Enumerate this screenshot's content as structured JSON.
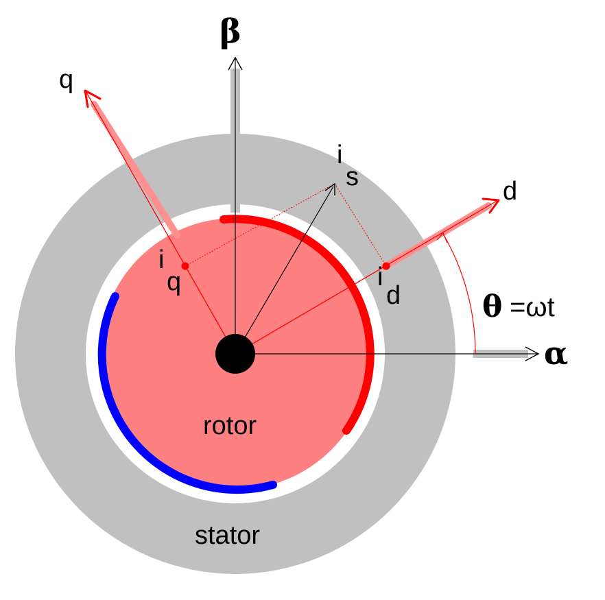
{
  "labels": {
    "beta": "β",
    "alpha": "α",
    "q_axis": "q",
    "d_axis": "d",
    "i_main": "i",
    "s_sub": "s",
    "q_sub": "q",
    "d_sub": "d",
    "theta": "θ",
    "omega_t": "=ωt",
    "rotor": "rotor",
    "stator": "stator"
  },
  "colors": {
    "stator": "#c0c0c0",
    "gap": "#ffffff",
    "rotor": "#ff8080",
    "d_q_axes": "#ff0000",
    "d_q_axis_glow": "#ff9090",
    "north_pole_arc": "#ff0000",
    "south_pole_arc": "#0000ff",
    "shaft": "#000000",
    "stationary_axes": "#c0c0c0",
    "current_vector": "#000000"
  }
}
